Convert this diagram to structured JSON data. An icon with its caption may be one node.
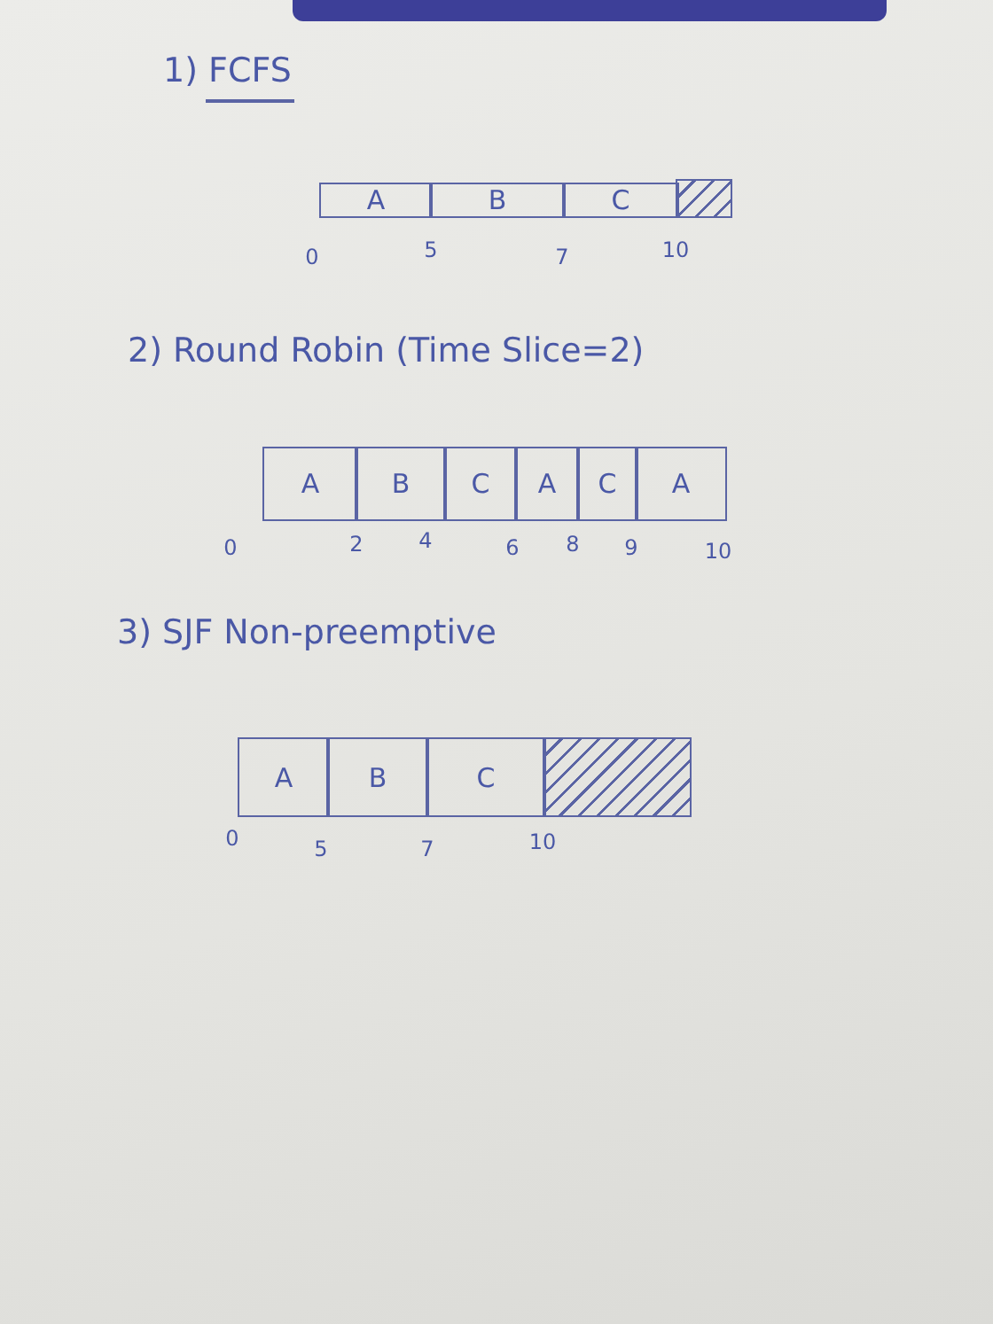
{
  "diagram": {
    "nodes": [
      {
        "text": [
          "A"
        ]
      },
      {
        "text": [
          "B"
        ]
      },
      {
        "text": [
          "C"
        ]
      },
      {
        "text": [],
        "shape": "box"
      },
      {
        "text": [
          "A"
        ]
      },
      {
        "text": [
          "B"
        ]
      },
      {
        "text": [
          "C"
        ]
      },
      {
        "text": [
          "A"
        ]
      },
      {
        "text": [
          "C"
        ]
      },
      {
        "text": [
          "A"
        ]
      },
      {
        "text": [
          "A"
        ]
      },
      {
        "text": [
          "B"
        ]
      },
      {
        "text": [
          "C"
        ]
      },
      {
        "text": [],
        "shape": "box"
      }
    ],
    "edges": [],
    "labels": [
      "1) FCFS",
      "0",
      "5",
      "7",
      "10",
      "2) Round Robin (Time Slice=2)",
      "0",
      "2",
      "4",
      "6",
      "8",
      "9",
      "10",
      "3) SJF Non-preemptive",
      "0",
      "5",
      "7",
      "10"
    ]
  }
}
